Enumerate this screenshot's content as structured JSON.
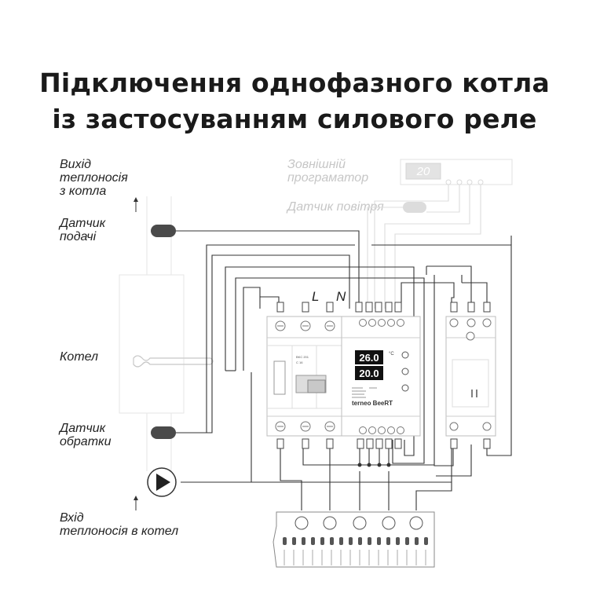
{
  "title": {
    "line1": "Підключення однофазного котла",
    "line2": "із застосуванням силового реле"
  },
  "labels": {
    "outlet": "Вихід\nтеплоносія\nз котла",
    "supply_sensor": "Датчик\nподачі",
    "boiler": "Котел",
    "return_sensor": "Датчик\nобратки",
    "inlet": "Вхід\nтеплоносія в котел",
    "external_programmer": "Зовнішній\nпрограматор",
    "air_sensor": "Датчик повітря",
    "phase": "L",
    "neutral": "N"
  },
  "programmer": {
    "display": "20"
  },
  "controller": {
    "brand": "terneo BeeRT",
    "display_top": "26.0",
    "display_bottom": "20.0",
    "unit": "°C"
  },
  "breaker": {
    "text1": "BKC 201",
    "text2": "C 16"
  }
}
